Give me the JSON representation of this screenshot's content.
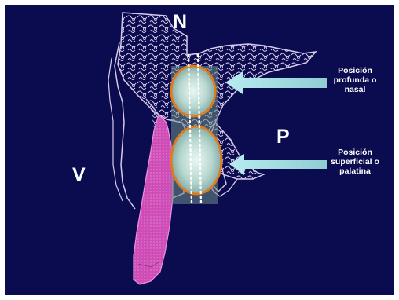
{
  "labels": {
    "nasal_region": "N",
    "vestibular_region": "V",
    "palatal_region": "P"
  },
  "captions": {
    "deep": [
      "Posición",
      "profunda o",
      "nasal"
    ],
    "superficial": [
      "Posición",
      "superficial o",
      "palatina"
    ]
  },
  "colors": {
    "background": "#0b0c4f",
    "bone_outline": "#d7c9ea",
    "tooth": "#d14fb8",
    "implant_ring": "#e07a1c",
    "arrow": "#a9dde0"
  }
}
